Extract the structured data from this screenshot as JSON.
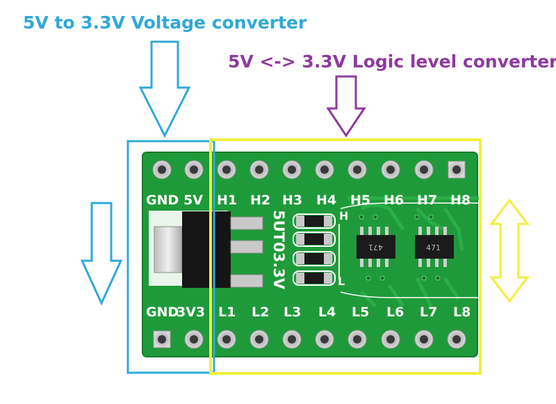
{
  "annotations": {
    "voltage_converter_label": "5V to 3.3V Voltage converter",
    "logic_converter_label": "5V <-> 3.3V Logic level converter"
  },
  "colors": {
    "voltage_accent": "#2fa9d9",
    "logic_accent": "#8e3a9e",
    "highlight_yellow": "#f1ef3a",
    "pcb_green": "#1f9a3a"
  },
  "board": {
    "top_pin_labels": [
      "GND",
      "5V",
      "H1",
      "H2",
      "H3",
      "H4",
      "H5",
      "H6",
      "H7",
      "H8"
    ],
    "bottom_pin_labels": [
      "GND",
      "3V3",
      "L1",
      "L2",
      "L3",
      "L4",
      "L5",
      "L6",
      "L7",
      "L8"
    ],
    "board_text": "5UT03.3V",
    "side_marks": {
      "high": "H",
      "low": "L"
    },
    "resistor_array_marking": "471"
  }
}
